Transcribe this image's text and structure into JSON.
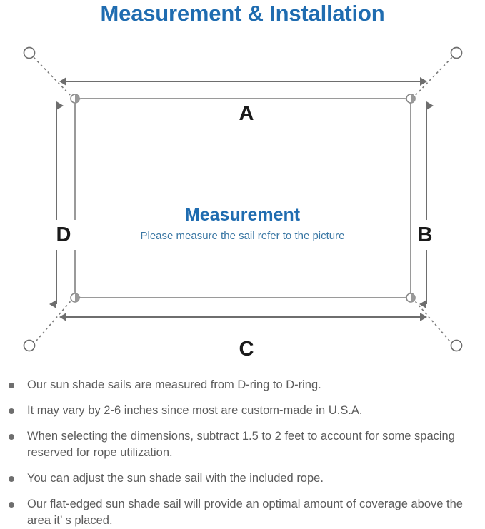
{
  "title": "Measurement & Installation",
  "diagram": {
    "center_label": "Measurement",
    "center_sublabel": "Please measure the sail refer to the picture",
    "dimensions": {
      "top": "A",
      "right": "B",
      "bottom": "C",
      "left": "D"
    },
    "colors": {
      "title_blue": "#1f6cb0",
      "sub_blue": "#3a77a4",
      "line_gray": "#9a9a9a",
      "arrow_gray": "#6e6e6e",
      "letter_black": "#1a1a1a",
      "note_gray": "#5c5c5c"
    },
    "icons": {
      "corner": "d-ring-icon",
      "anchor": "anchor-ring-icon",
      "rope": "dashed-rope-line",
      "measure": "double-arrow-icon"
    }
  },
  "notes": [
    "Our sun shade sails are measured from D-ring to D-ring.",
    "It may vary by 2-6 inches since most are custom-made in U.S.A.",
    "When selecting the dimensions, subtract 1.5 to 2 feet to account for some spacing reserved for rope utilization.",
    "You can adjust the sun shade sail with the included rope.",
    "Our flat-edged sun shade sail will provide an optimal amount of coverage above the area it’ s placed."
  ]
}
